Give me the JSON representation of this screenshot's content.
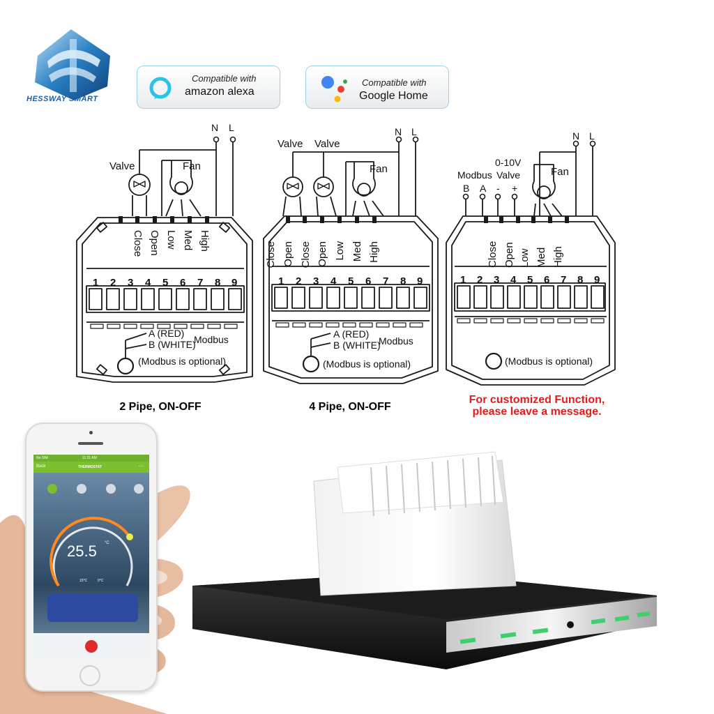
{
  "brand": {
    "name": "HESSWAY SMART"
  },
  "badges": {
    "alexa": {
      "line1": "Compatible with",
      "line2": "amazon alexa"
    },
    "google": {
      "line1": "Compatible with",
      "line2": "Google Home"
    }
  },
  "colors": {
    "accent_red": "#e21b1b",
    "app_green": "#7cbf2f",
    "badge_border": "#9fd0ea"
  },
  "diagrams": [
    {
      "caption": "2 Pipe, ON-OFF",
      "power": [
        "N",
        "L"
      ],
      "top_labels": [
        "Valve",
        "Fan"
      ],
      "terminal_labels": [
        "Close",
        "Open",
        "Low",
        "Med",
        "High"
      ],
      "terminals": [
        "1",
        "2",
        "3",
        "4",
        "5",
        "6",
        "7",
        "8",
        "9"
      ],
      "modbus": {
        "a": "A (RED)",
        "b": "B (WHITE)",
        "label": "Modbus",
        "note": "(Modbus is optional)"
      }
    },
    {
      "caption": "4 Pipe, ON-OFF",
      "power": [
        "N",
        "L"
      ],
      "top_labels": [
        "Valve",
        "Valve",
        "Fan"
      ],
      "terminal_labels": [
        "Close",
        "Open",
        "Close",
        "Open",
        "Low",
        "Med",
        "High"
      ],
      "terminals": [
        "1",
        "2",
        "3",
        "4",
        "5",
        "6",
        "7",
        "8",
        "9"
      ],
      "modbus": {
        "a": "A (RED)",
        "b": "B (WHITE)",
        "label": "Modbus",
        "note": "(Modbus is optional)"
      }
    },
    {
      "caption_line1": "For customized Function,",
      "caption_line2": "please leave a message.",
      "power": [
        "N",
        "L"
      ],
      "top_labels": [
        "Modbus",
        "0-10V",
        "Valve",
        "Fan"
      ],
      "modbus_pins": [
        "B",
        "A",
        "-",
        "+"
      ],
      "terminal_labels": [
        "Close",
        "Open",
        "Low",
        "Med",
        "High"
      ],
      "terminals": [
        "1",
        "2",
        "3",
        "4",
        "5",
        "6",
        "7",
        "8",
        "9"
      ],
      "modbus_note": "(Modbus is optional)"
    }
  ],
  "phone": {
    "status_left": "No SIM",
    "status_time": "11:31 AM",
    "back_label": "Back",
    "title": "THERMOSTAT",
    "more_label": "···",
    "temperature": "25.5",
    "unit": "°C",
    "setpoint_left": "15°C",
    "setpoint_right": "0°C"
  }
}
